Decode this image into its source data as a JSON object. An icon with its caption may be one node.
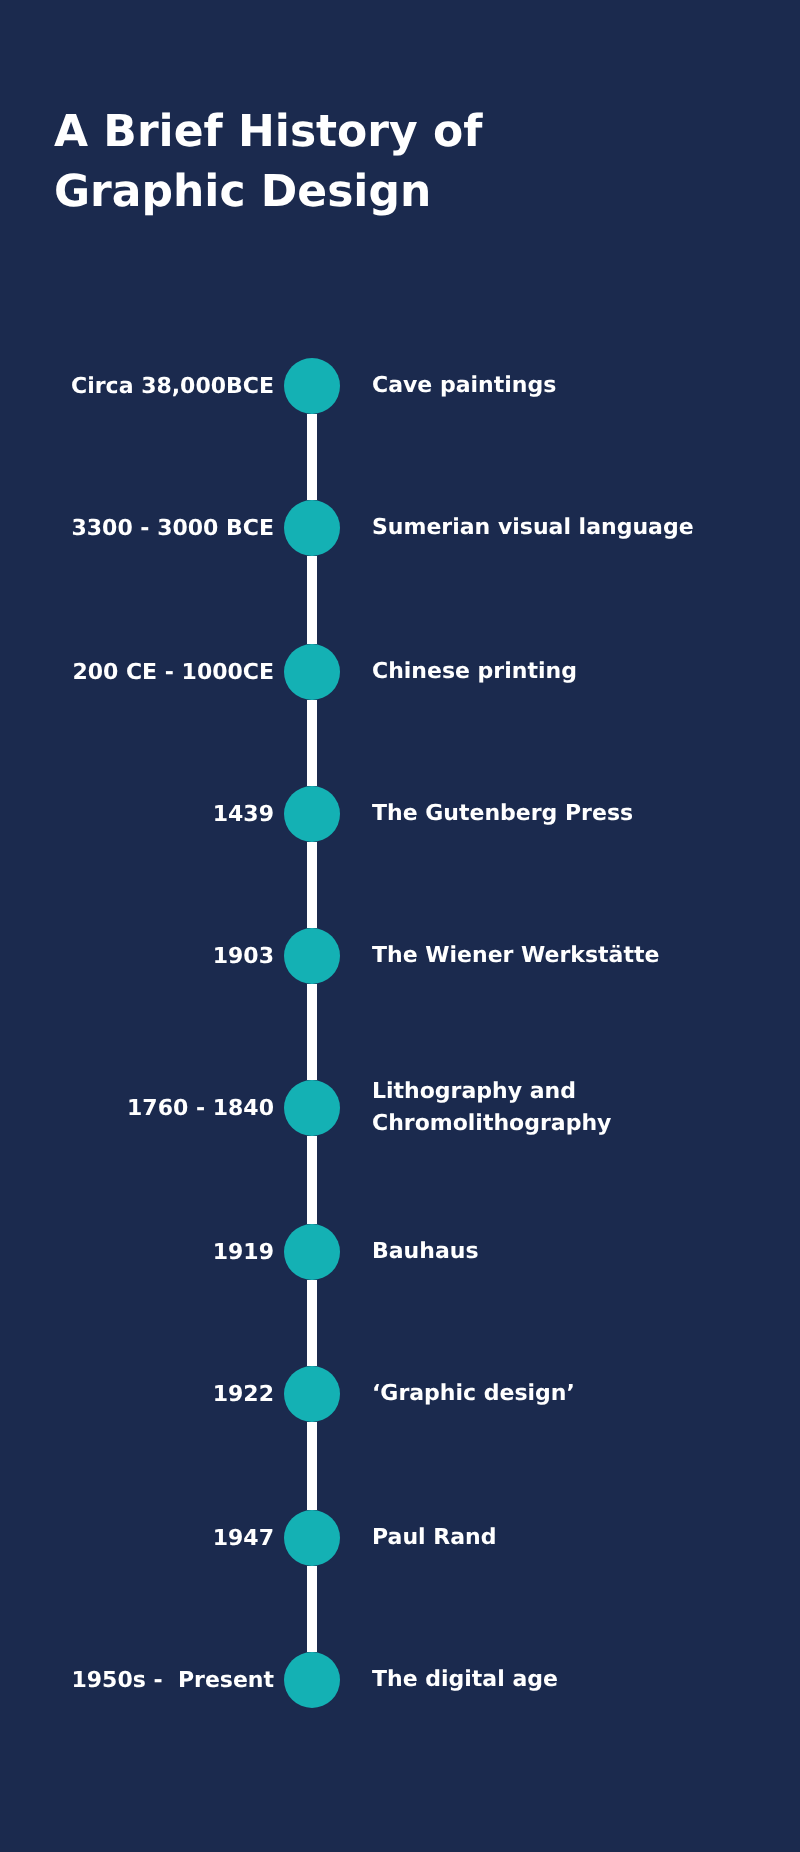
{
  "diagram": {
    "title": "A Brief History of Graphic Design",
    "nodes": [
      {
        "text": [],
        "shape": "circle",
        "beside": [
          "Circa 38,000BCE",
          "Cave paintings"
        ]
      },
      {
        "text": [],
        "shape": "circle",
        "beside": [
          "3300 - 3000 BCE",
          "Sumerian visual language"
        ]
      },
      {
        "text": [],
        "shape": "circle",
        "beside": [
          "200 CE - 1000CE",
          "Chinese printing"
        ]
      },
      {
        "text": [],
        "shape": "circle",
        "beside": [
          "1439",
          "The Gutenberg Press"
        ]
      },
      {
        "text": [],
        "shape": "circle",
        "beside": [
          "1903",
          "The Wiener Werkstätte"
        ]
      },
      {
        "text": [],
        "shape": "circle",
        "beside": [
          "1760 - 1840",
          "Lithography and Chromolithography"
        ]
      },
      {
        "text": [],
        "shape": "circle",
        "beside": [
          "1919",
          "Bauhaus"
        ]
      },
      {
        "text": [],
        "shape": "circle",
        "beside": [
          "1922",
          "‘Graphic design’"
        ]
      },
      {
        "text": [],
        "shape": "circle",
        "beside": [
          "1947",
          "Paul Rand"
        ]
      },
      {
        "text": [],
        "shape": "circle",
        "beside": [
          "1950s -  Present",
          "The digital age"
        ]
      }
    ],
    "edges": [
      {
        "from": 0,
        "to": 1,
        "arrow": "none"
      },
      {
        "from": 1,
        "to": 2,
        "arrow": "none"
      },
      {
        "from": 2,
        "to": 3,
        "arrow": "none"
      },
      {
        "from": 3,
        "to": 4,
        "arrow": "none"
      },
      {
        "from": 4,
        "to": 5,
        "arrow": "none"
      },
      {
        "from": 5,
        "to": 6,
        "arrow": "none"
      },
      {
        "from": 6,
        "to": 7,
        "arrow": "none"
      },
      {
        "from": 7,
        "to": 8,
        "arrow": "none"
      },
      {
        "from": 8,
        "to": 9,
        "arrow": "none"
      }
    ]
  }
}
